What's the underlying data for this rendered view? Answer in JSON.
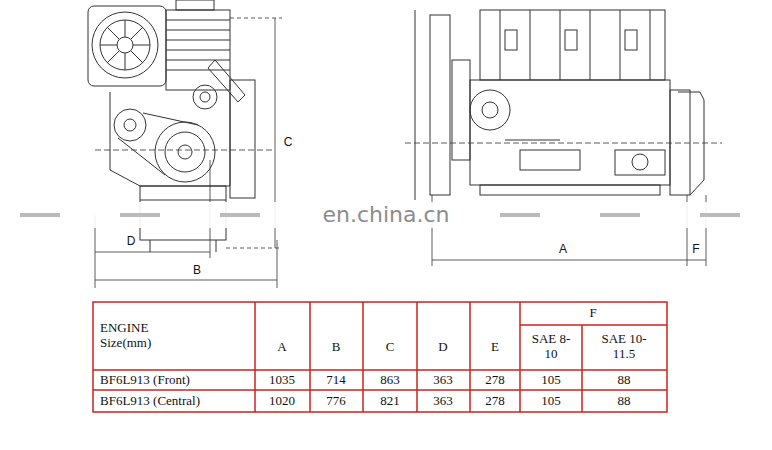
{
  "diagram": {
    "labels": [
      "C",
      "en.china.cn",
      "D",
      "A",
      "F",
      "B",
      "ENGINE Size(mm)",
      "A",
      "B",
      "C",
      "D",
      "E",
      "F",
      "SAE 8-10",
      "SAE 10-11.5",
      "BF6L913 (Front)",
      "1035",
      "714",
      "863",
      "363",
      "278",
      "105",
      "88",
      "BF6L913 (Central)",
      "1020",
      "776",
      "821",
      "363",
      "278",
      "105",
      "88"
    ]
  }
}
